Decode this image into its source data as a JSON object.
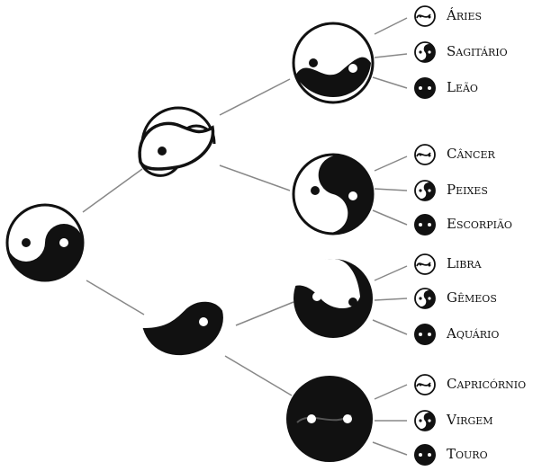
{
  "diagram": {
    "colors": {
      "ink": "#111111",
      "paper": "#ffffff",
      "connector": "#888888"
    },
    "signs": [
      {
        "label": "Áries"
      },
      {
        "label": "Sagitário"
      },
      {
        "label": "Leão"
      },
      {
        "label": "Câncer"
      },
      {
        "label": "Peixes"
      },
      {
        "label": "Escorpião"
      },
      {
        "label": "Libra"
      },
      {
        "label": "Gêmeos"
      },
      {
        "label": "Aquário"
      },
      {
        "label": "Capricórnio"
      },
      {
        "label": "Virgem"
      },
      {
        "label": "Touro"
      }
    ]
  }
}
